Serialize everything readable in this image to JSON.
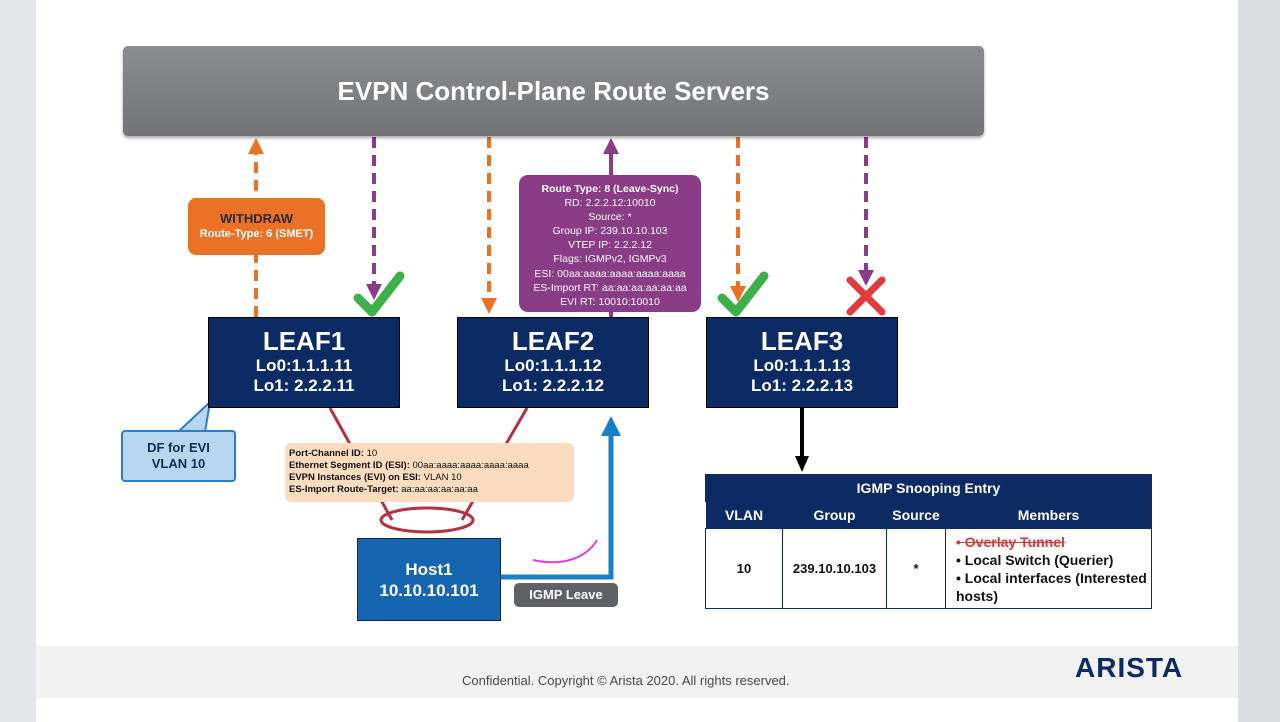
{
  "diagram": {
    "servers_title": "EVPN Control-Plane Route Servers",
    "withdraw": {
      "title": "WITHDRAW",
      "subtitle": "Route-Type: 6 (SMET)"
    },
    "route_box": {
      "title": "Route Type: 8 (Leave-Sync)",
      "lines": [
        "RD: 2.2.2.12:10010",
        "Source: *",
        "Group IP: 239.10.10.103",
        "VTEP IP: 2.2.2.12",
        "Flags: IGMPv2, IGMPv3",
        "ESI: 00aa:aaaa:aaaa:aaaa:aaaa",
        "ES-Import RT: aa:aa:aa:aa:aa:aa",
        "EVI RT: 10010:10010"
      ]
    },
    "leaves": [
      {
        "name": "LEAF1",
        "lo0": "Lo0:1.1.1.11",
        "lo1": "Lo1: 2.2.2.11"
      },
      {
        "name": "LEAF2",
        "lo0": "Lo0:1.1.1.12",
        "lo1": "Lo1: 2.2.2.12"
      },
      {
        "name": "LEAF3",
        "lo0": "Lo0:1.1.1.13",
        "lo1": "Lo1: 2.2.2.13"
      }
    ],
    "callout": {
      "line1": "DF for EVI",
      "line2": "VLAN 10"
    },
    "port_channel": {
      "pc_label": "Port-Channel ID:",
      "pc_value": "10",
      "esi_label": "Ethernet Segment ID (ESI):",
      "esi_value": "00aa:aaaa:aaaa:aaaa:aaaa",
      "evi_label": "EVPN Instances (EVI) on ESI:",
      "evi_value": "VLAN 10",
      "rt_label": "ES-Import Route-Target:",
      "rt_value": "aa:aa:aa:aa:aa:aa"
    },
    "host": {
      "name": "Host1",
      "ip": "10.10.10.101"
    },
    "igmp_leave": "IGMP Leave",
    "snooping_table": {
      "title": "IGMP Snooping Entry",
      "headers": [
        "VLAN",
        "Group",
        "Source",
        "Members"
      ],
      "row": {
        "vlan": "10",
        "group": "239.10.10.103",
        "source": "*",
        "members": [
          "Overlay Tunnel",
          "Local Switch (Querier)",
          "Local interfaces (Interested hosts)"
        ]
      }
    },
    "colors": {
      "orange": "#ea7125",
      "purple": "#8b3c87",
      "navy": "#0c2a63",
      "check_green": "#3cb04a",
      "cross_red": "#e23b3b"
    }
  },
  "footer": {
    "copyright": "Confidential. Copyright © Arista 2020. All rights reserved.",
    "logo": "ARISTA"
  }
}
